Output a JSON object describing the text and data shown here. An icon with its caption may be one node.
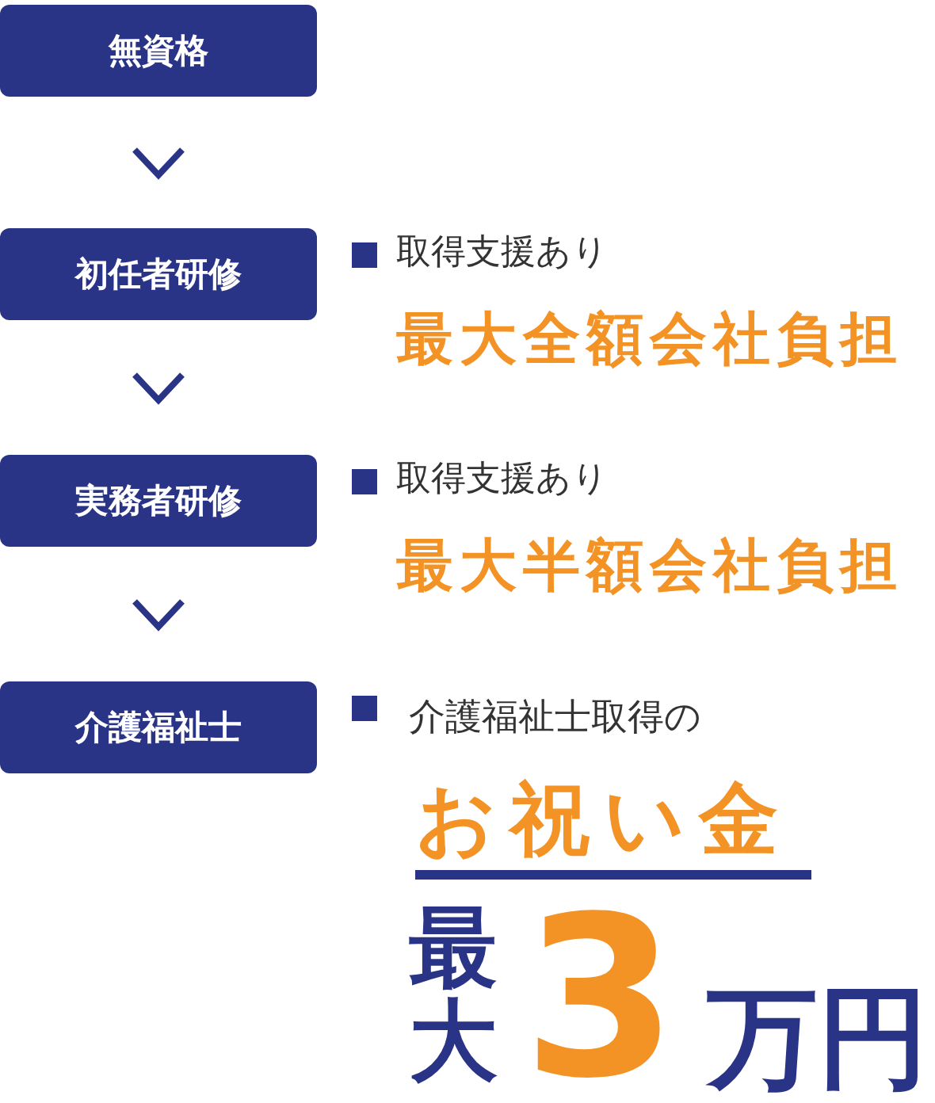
{
  "diagram": {
    "nodes": [
      {
        "text": [
          "無資格"
        ]
      },
      {
        "text": [
          "初任者研修"
        ],
        "beside": [
          "取得支援あり",
          "最大全額会社負担"
        ]
      },
      {
        "text": [
          "実務者研修"
        ],
        "beside": [
          "取得支援あり",
          "最大半額会社負担"
        ]
      },
      {
        "text": [
          "介護福祉士"
        ],
        "beside": [
          "介護福祉士取得の",
          "お祝い金",
          "最大",
          "3",
          "万円"
        ]
      }
    ],
    "edges": [
      {
        "from": 0,
        "to": 1,
        "arrow": "to"
      },
      {
        "from": 1,
        "to": 2,
        "arrow": "to"
      },
      {
        "from": 2,
        "to": 3,
        "arrow": "to"
      }
    ]
  }
}
